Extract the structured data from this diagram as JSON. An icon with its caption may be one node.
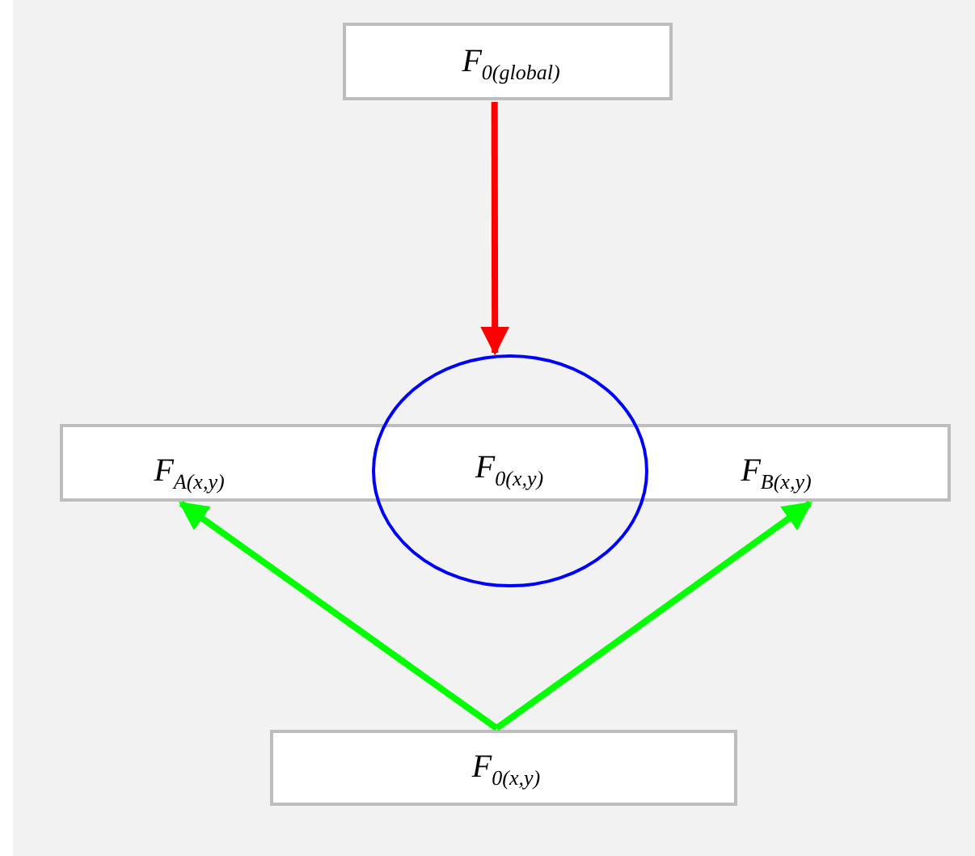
{
  "diagram": {
    "nodes": [
      {
        "text": [
          "F$_{0(global)}$"
        ]
      },
      {
        "text": [
          "F$_{A(x,y)}$",
          "F$_{B(x,y)}$"
        ]
      },
      {
        "text": [
          "F$_{0(x,y)}$"
        ]
      },
      {
        "text": [
          "F$_{0(x,y)}$"
        ]
      }
    ],
    "edges": [
      {
        "from": 0,
        "to": 2,
        "arrow": "to",
        "color": "#ff0000"
      },
      {
        "from": 3,
        "to": 1,
        "arrow": "to"
      },
      {
        "from": 3,
        "to": 1,
        "arrow": "to"
      }
    ]
  }
}
